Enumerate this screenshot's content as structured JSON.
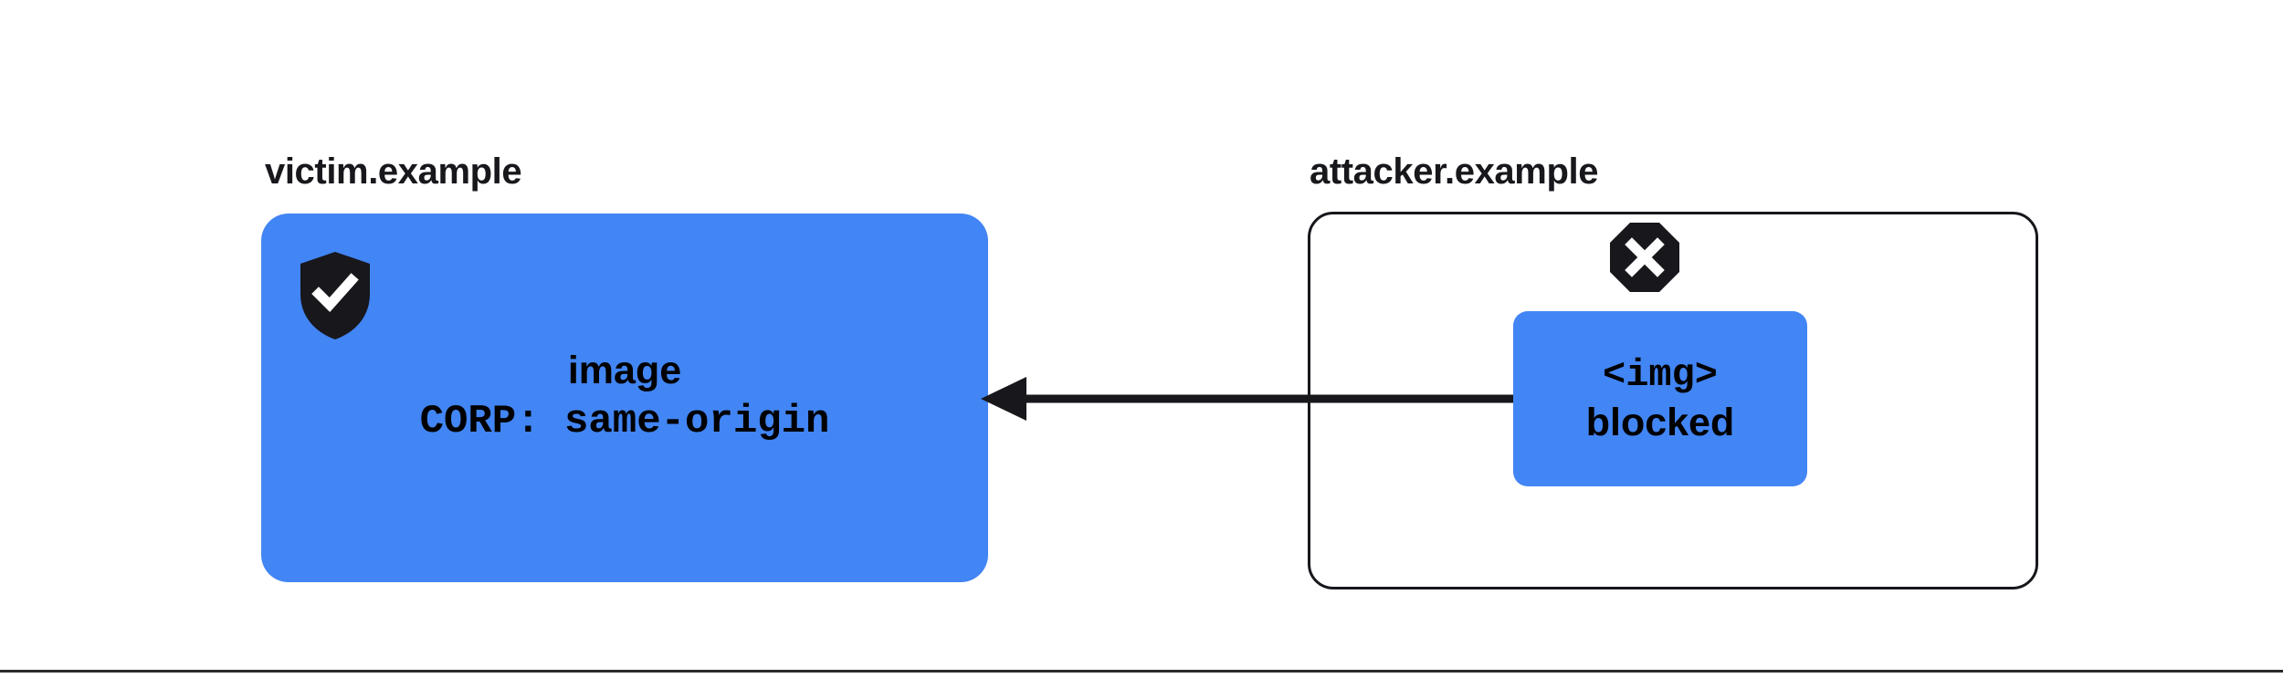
{
  "diagram": {
    "title_colors": {
      "accent_blue": "#4285F4",
      "ink": "#17171C",
      "surface": "#FFFFFF"
    },
    "origins": [
      {
        "id": "victim",
        "label": "victim.example",
        "style": "filled",
        "badge_icon": "shield-check-icon",
        "badge_meaning": "protected",
        "resource": {
          "name": "image",
          "header": "CORP: same-origin"
        }
      },
      {
        "id": "attacker",
        "label": "attacker.example",
        "style": "outlined",
        "badge_icon": "octagon-x-icon",
        "badge_meaning": "blocked",
        "node": {
          "tag": "<img>",
          "status": "blocked"
        }
      }
    ],
    "arrow": {
      "icon": "arrow-left-icon",
      "direction": "right-to-left",
      "from": "attacker.example",
      "to": "victim.example",
      "label": ""
    }
  }
}
